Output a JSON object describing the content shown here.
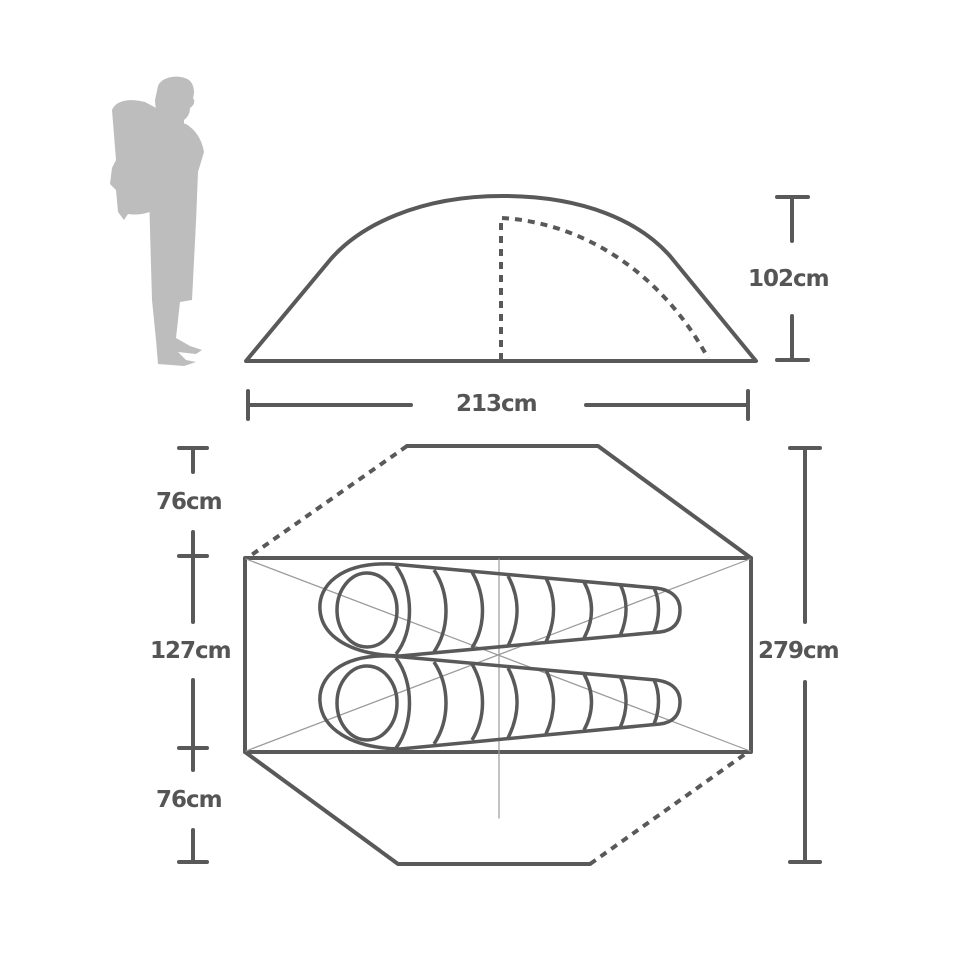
{
  "diagram": {
    "subject": "Two-person tent dimensions",
    "colors": {
      "line": "#595959",
      "thin_line": "#9a9a9a",
      "figure": "#bdbdbd",
      "text": "#555555",
      "background": "#ffffff"
    },
    "side_view": {
      "height_label": "102cm",
      "length_label": "213cm"
    },
    "top_view": {
      "vestibule_front_label": "76cm",
      "inner_width_label": "127cm",
      "vestibule_rear_label": "76cm",
      "total_width_label": "279cm",
      "sleeping_bags": 2
    },
    "figure": "person-with-backpack silhouette"
  }
}
